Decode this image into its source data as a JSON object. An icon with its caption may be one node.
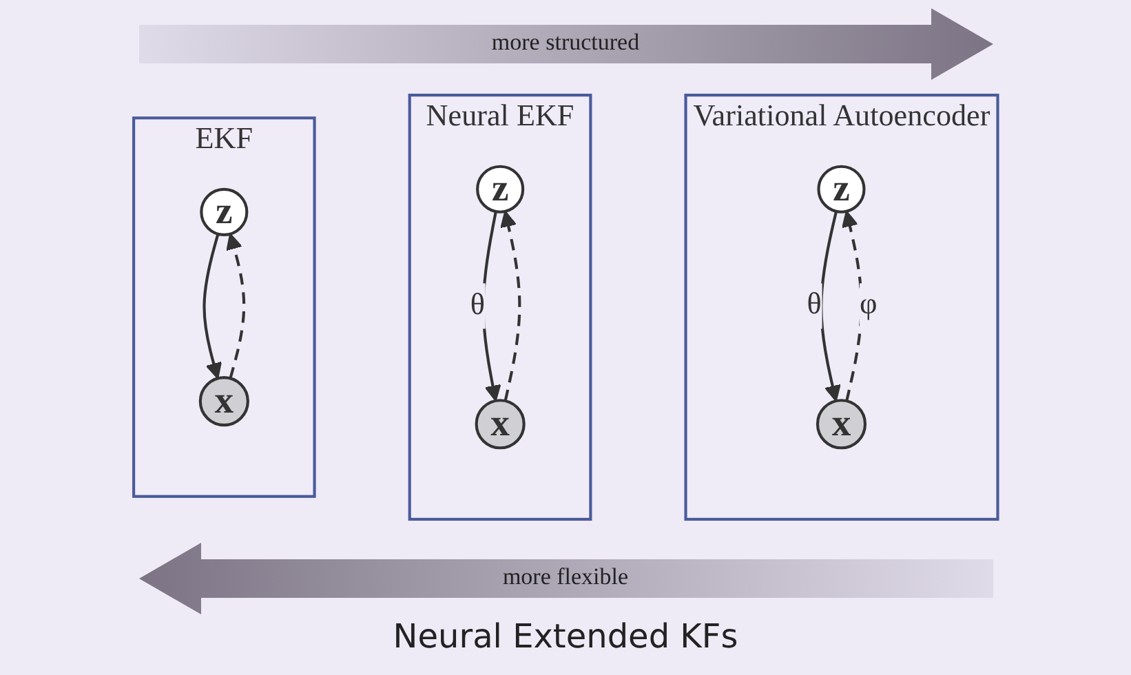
{
  "diagram": {
    "caption": "Neural Extended KFs",
    "nodes": [
      {
        "text": [
          "Variational Autoencoder"
        ]
      },
      {
        "text": [
          "z"
        ],
        "in": 0
      },
      {
        "text": [
          "x"
        ],
        "in": 0
      },
      {
        "text": [
          "Neural EKF"
        ]
      },
      {
        "text": [
          "z"
        ],
        "in": 3
      },
      {
        "text": [
          "x"
        ],
        "in": 3
      },
      {
        "text": [
          "EKF"
        ]
      },
      {
        "text": [
          "z"
        ],
        "in": 6
      },
      {
        "text": [
          "x"
        ],
        "in": 6
      }
    ],
    "edges": [
      {
        "from": 1,
        "to": 2,
        "arrow": "to",
        "label": "θ"
      },
      {
        "from": 2,
        "to": 1,
        "arrow": "to",
        "label": "φ",
        "style": "dashed"
      },
      {
        "from": 4,
        "to": 5,
        "arrow": "to",
        "label": "θ"
      },
      {
        "from": 5,
        "to": 4,
        "arrow": "to",
        "style": "dashed"
      },
      {
        "from": 7,
        "to": 8,
        "arrow": "to"
      },
      {
        "from": 8,
        "to": 7,
        "arrow": "to",
        "style": "dashed"
      }
    ],
    "labels": [
      "more structured",
      "more flexible"
    ]
  }
}
